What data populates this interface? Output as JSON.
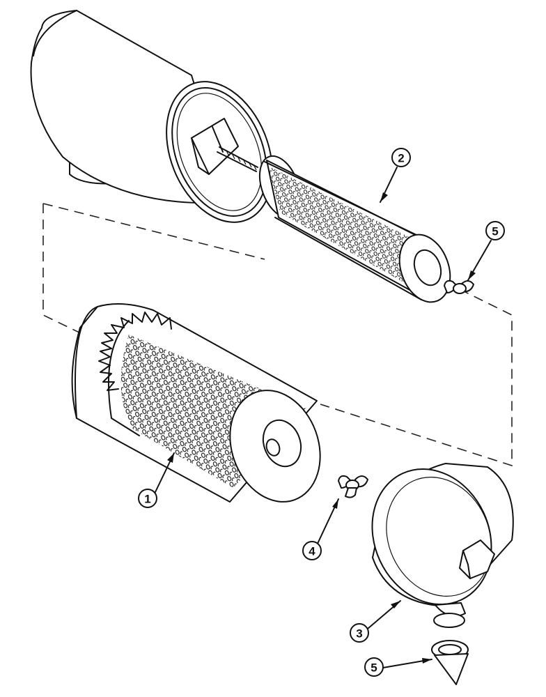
{
  "callouts": [
    {
      "id": "c1",
      "label": "1"
    },
    {
      "id": "c2",
      "label": "2"
    },
    {
      "id": "c3",
      "label": "3"
    },
    {
      "id": "c4",
      "label": "4"
    },
    {
      "id": "c5a",
      "label": "5"
    },
    {
      "id": "c5b",
      "label": "5"
    }
  ],
  "colors": {
    "line": "#111111",
    "background": "#ffffff"
  }
}
